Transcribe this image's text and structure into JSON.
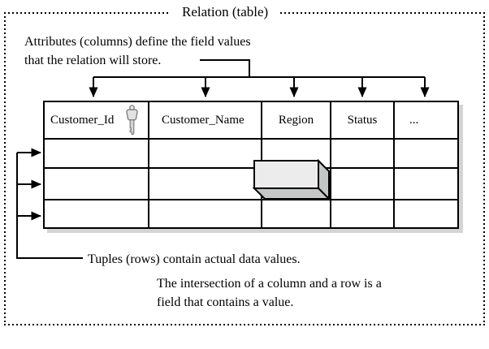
{
  "title": "Relation (table)",
  "notes": {
    "attributes": {
      "lines": [
        "Attributes (columns) define the field values",
        "that the relation will store."
      ]
    },
    "tuples": "Tuples (rows) contain actual data values.",
    "intersection": {
      "lines": [
        "The intersection of a column and a row is a",
        "field that contains a value."
      ]
    }
  },
  "table": {
    "columns": [
      {
        "label": "Customer_Id",
        "primary_key": true,
        "icon": "key-icon"
      },
      {
        "label": "Customer_Name",
        "primary_key": false
      },
      {
        "label": "Region",
        "primary_key": false
      },
      {
        "label": "Status",
        "primary_key": false
      },
      {
        "label": "...",
        "primary_key": false
      }
    ],
    "row_count": 3
  },
  "colors": {
    "line": "#000000",
    "field_box_front": "#ececec",
    "field_box_side": "#c4c7c6",
    "table_shadow": "#d4d4d4",
    "key_fill": "#e2e2e2",
    "key_stroke": "#808080"
  }
}
